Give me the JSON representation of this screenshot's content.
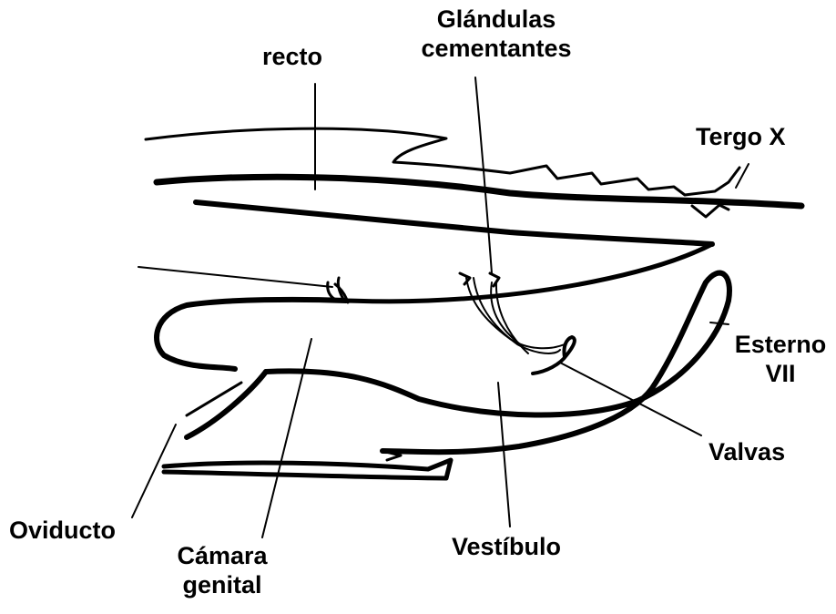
{
  "labels": {
    "recto": "recto",
    "glandulas": [
      "Glándulas",
      "cementantes"
    ],
    "tergo": "Tergo X",
    "esterno": [
      "Esterno",
      "VII"
    ],
    "valvas": "Valvas",
    "oviducto": "Oviducto",
    "camara": [
      "Cámara",
      "genital"
    ],
    "vestibulo": "Vestíbulo"
  },
  "colors": {
    "ink": "#000000",
    "background": "#ffffff"
  }
}
